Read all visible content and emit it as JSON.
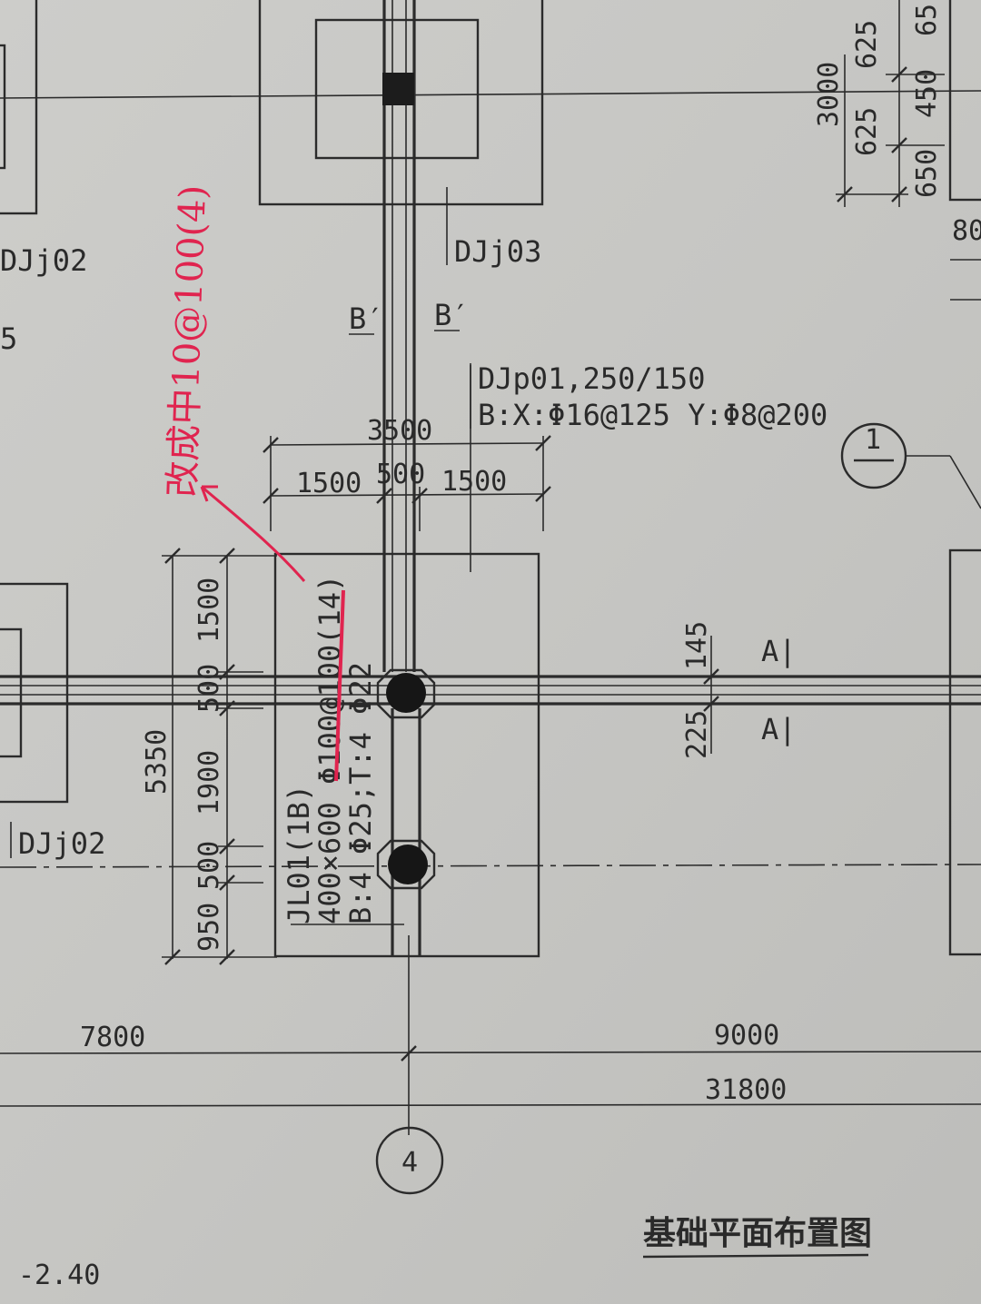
{
  "drawing": {
    "title": "基础平面布置图",
    "elevation": "-2.40",
    "axis_number": "4",
    "section_symbol": "1",
    "top_labels": {
      "beam_label": "B′"
    },
    "footings": {
      "djj02_top": "DJj02",
      "djj02_bottom": "DJj02",
      "djj03": "DJj03",
      "djp01_line1": "DJp01,250/150",
      "djp01_line2": "B:X:Φ16@125 Y:Φ8@200"
    },
    "beam": {
      "line1": "JL01(1B)",
      "line2": "400×600 Φ100@100(14)",
      "line3": "B:4 Φ25;T:4 Φ22",
      "section_label": "A|"
    },
    "handwritten_note": "改成中10@100(4)",
    "left_edge_fragment": "5",
    "right_edge_fragment": "80",
    "dimensions": {
      "top_total": "3500",
      "top_left": "1500",
      "top_mid": "500",
      "top_right": "1500",
      "vert_total": "5350",
      "vert_a": "1500",
      "vert_b": "500",
      "vert_c": "1900",
      "vert_d": "500",
      "vert_e": "950",
      "beam_offset_a": "145",
      "beam_offset_b": "225",
      "tr_total": "3000",
      "tr_a": "625",
      "tr_b": "625",
      "tr_c": "450",
      "tr_d": "650",
      "tr_e": "65",
      "bay_left": "7800",
      "bay_right": "9000",
      "overall": "31800"
    }
  }
}
